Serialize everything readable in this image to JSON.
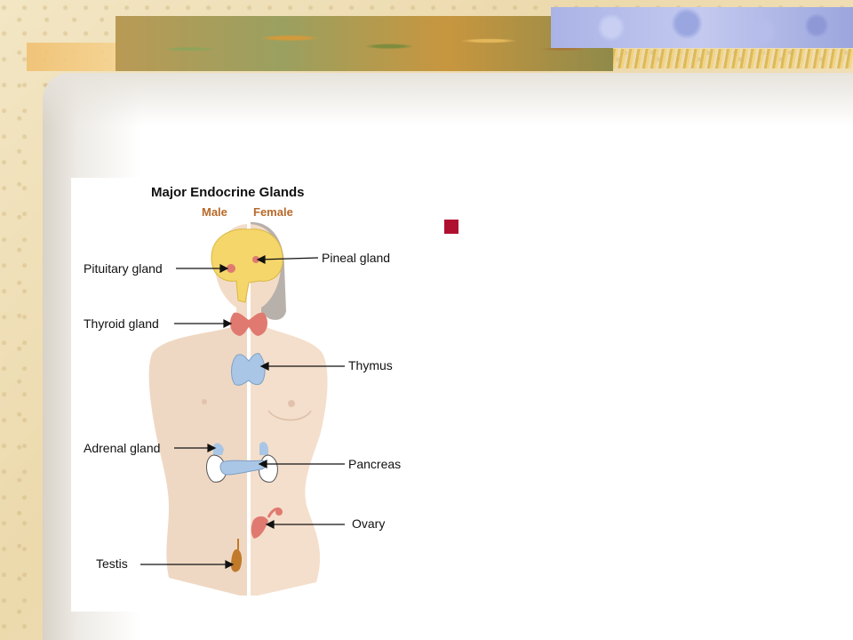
{
  "diagram": {
    "title": "Major Endocrine Glands",
    "sex_labels": {
      "male": "Male",
      "female": "Female"
    },
    "labels": {
      "pituitary": "Pituitary gland",
      "thyroid": "Thyroid gland",
      "adrenal": "Adrenal gland",
      "testis": "Testis",
      "pineal": "Pineal gland",
      "thymus": "Thymus",
      "pancreas": "Pancreas",
      "ovary": "Ovary"
    }
  },
  "colors": {
    "bullet": "#b01030",
    "body_skin": "#f2dcc8",
    "brain": "#f5d66a",
    "thyroid": "#e07a70",
    "gland_blue": "#a9c6e6",
    "label_accent": "#b86a2a"
  }
}
